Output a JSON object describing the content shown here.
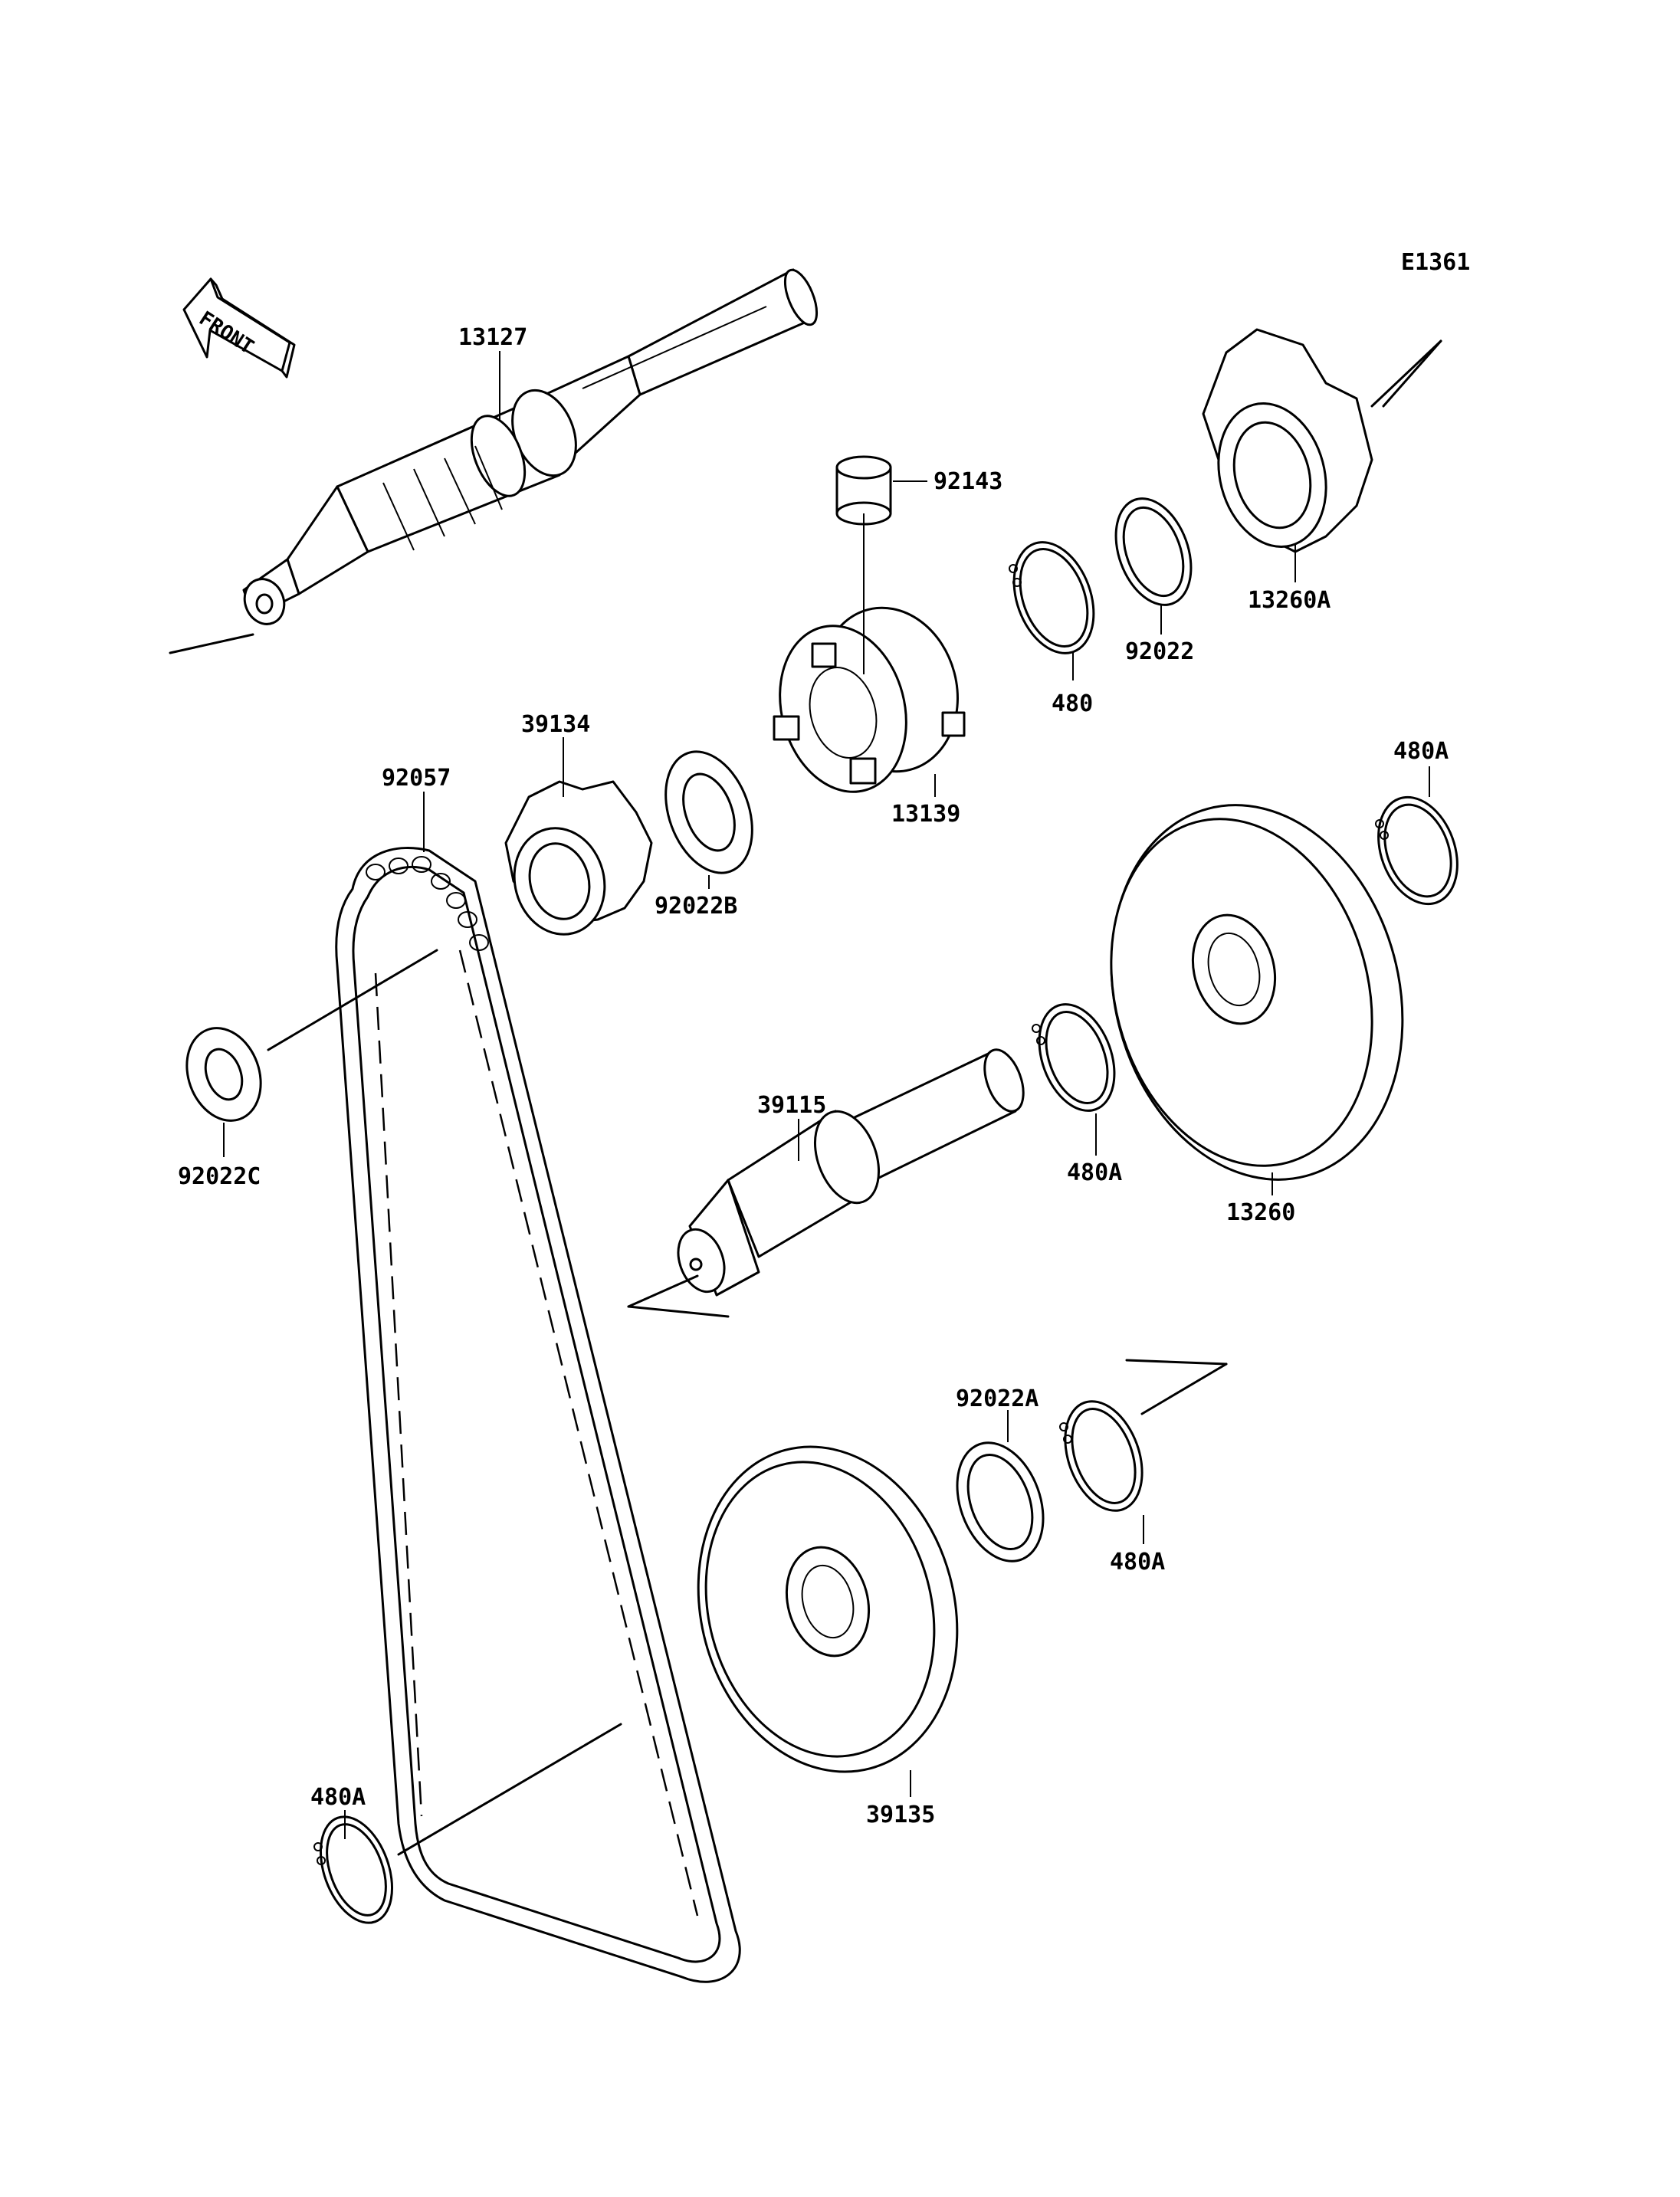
{
  "diagram_code": "E1361",
  "front_label": "FRONT",
  "parts": {
    "p13127": "13127",
    "p92143": "92143",
    "p13260A": "13260A",
    "p92022": "92022",
    "p480": "480",
    "p13139": "13139",
    "p39134": "39134",
    "p92057": "92057",
    "p92022B": "92022B",
    "p480A_top": "480A",
    "p92022C": "92022C",
    "p39115": "39115",
    "p480A_mid": "480A",
    "p13260": "13260",
    "p92022A": "92022A",
    "p480A_right": "480A",
    "p39135": "39135",
    "p480A_bottom": "480A"
  }
}
